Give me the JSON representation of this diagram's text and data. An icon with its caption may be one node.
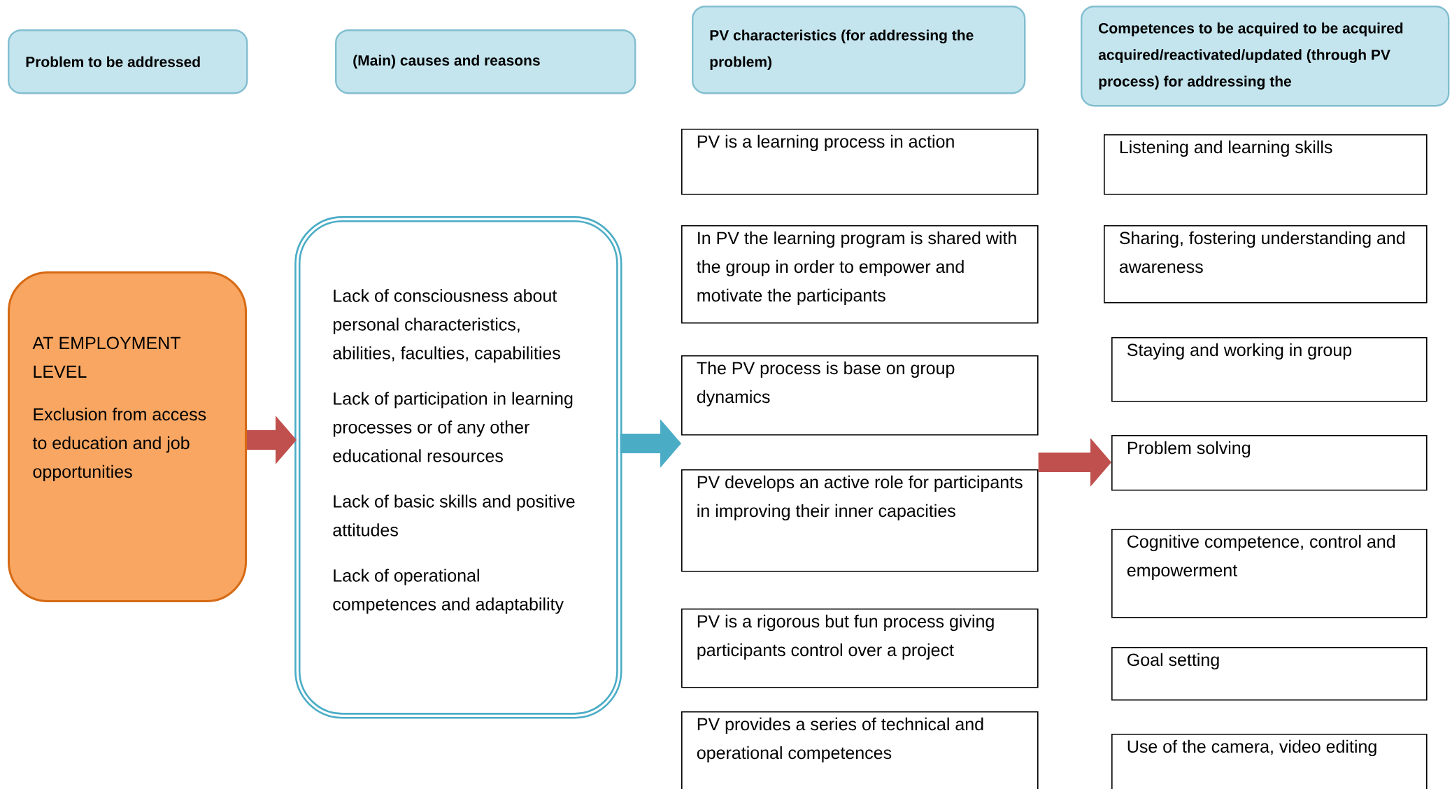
{
  "diagram": {
    "nodes": [
      {
        "text": [
          "Problem to be addressed"
        ]
      },
      {
        "text": [
          "(Main) causes and reasons"
        ]
      },
      {
        "text": [
          "PV characteristics (for addressing the problem)"
        ]
      },
      {
        "text": [
          "Competences to be acquired to be acquired acquired/reactivated/updated (through PV process) for addressing the"
        ]
      },
      {
        "text": [
          "AT EMPLOYMENT LEVEL",
          "Exclusion from access to education and job opportunities"
        ]
      },
      {
        "text": [
          "Lack of consciousness about personal characteristics, abilities, faculties, capabilities",
          "Lack of participation in learning processes or of any other educational resources",
          "Lack of basic skills and positive attitudes",
          "Lack of operational competences and adaptability"
        ]
      },
      {
        "text": [
          "PV is a learning process in action"
        ]
      },
      {
        "text": [
          "In PV the learning program is shared with the group in order to empower and motivate the participants"
        ]
      },
      {
        "text": [
          "The PV process is base on group dynamics"
        ]
      },
      {
        "text": [
          "PV develops an active role for participants in improving their inner capacities"
        ]
      },
      {
        "text": [
          "PV is a rigorous but fun process giving participants control over a project"
        ]
      },
      {
        "text": [
          "PV provides a series of technical and operational competences"
        ]
      },
      {
        "text": [
          "Listening and learning skills"
        ]
      },
      {
        "text": [
          "Sharing, fostering understanding and awareness"
        ]
      },
      {
        "text": [
          "Staying and working in group"
        ]
      },
      {
        "text": [
          "Problem solving"
        ]
      },
      {
        "text": [
          "Cognitive competence, control and empowerment"
        ]
      },
      {
        "text": [
          "Goal setting"
        ]
      },
      {
        "text": [
          "Use of the camera, video editing"
        ]
      }
    ],
    "edges": [
      {
        "from": 4,
        "to": 5,
        "arrow": "to"
      },
      {
        "from": 5,
        "to": 8,
        "arrow": "to",
        "color": "#4bacc6"
      },
      {
        "from": 9,
        "to": 15,
        "arrow": "to"
      }
    ]
  }
}
